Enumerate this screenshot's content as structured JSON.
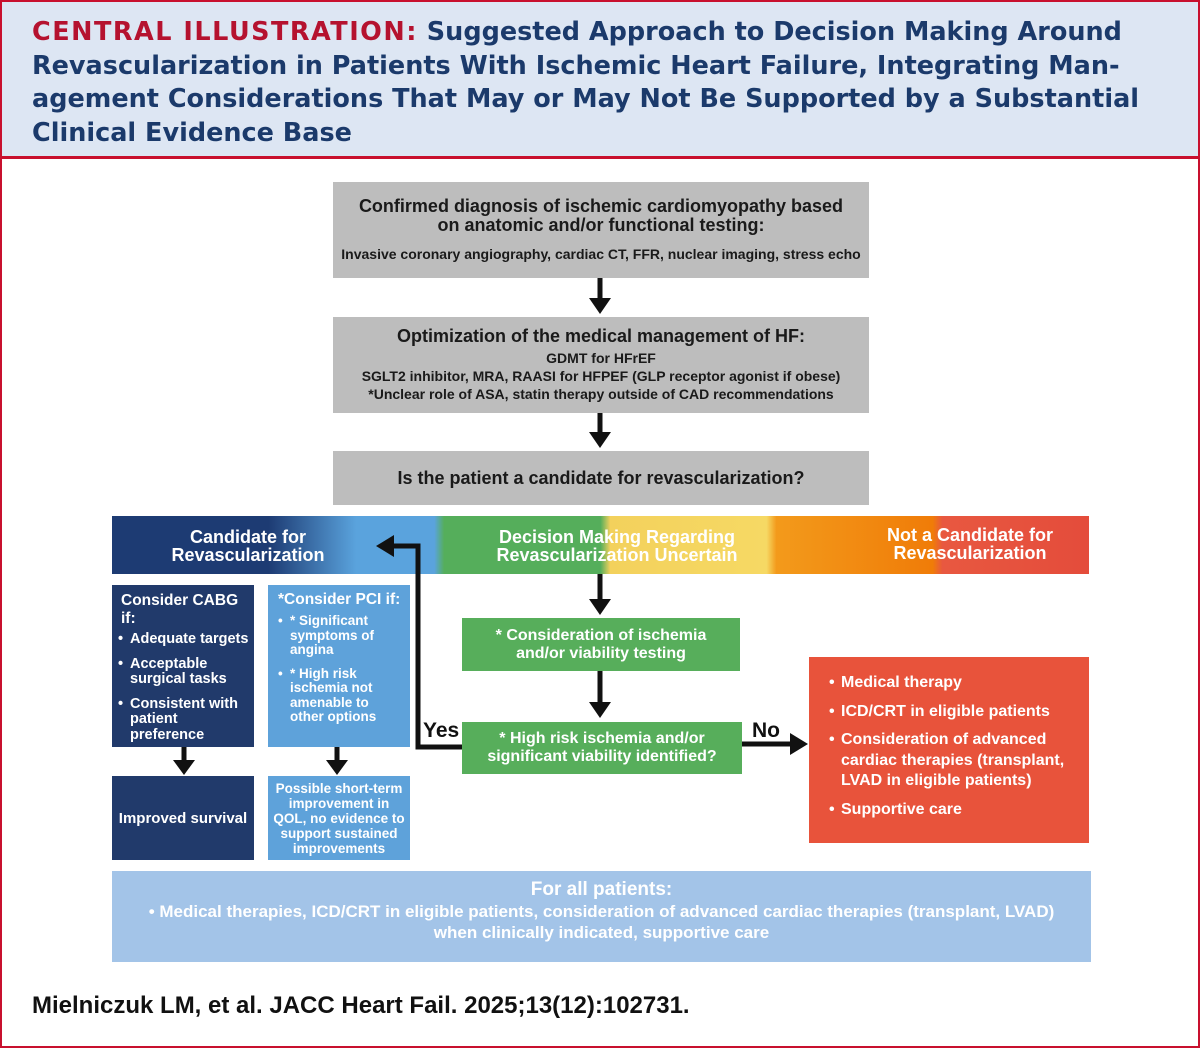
{
  "header": {
    "title_prefix": "CENTRAL ILLUSTRATION:",
    "title_line1": "Suggested Approach to Decision Making Around",
    "title_line2": "Revascularization in Patients With Ischemic Heart Failure, Integrating Man-",
    "title_line3": "agement Considerations That May or May Not Be Supported by a Substantial",
    "title_line4": "Clinical Evidence Base"
  },
  "flow": {
    "diagnosis": {
      "line1": "Confirmed diagnosis of ischemic cardiomyopathy based",
      "line2": "on anatomic and/or functional testing:",
      "detail": "Invasive coronary angiography, cardiac CT, FFR, nuclear imaging, stress echo"
    },
    "optimization": {
      "title": "Optimization of the medical management of HF:",
      "line1": "GDMT for HFrEF",
      "line2": "SGLT2 inhibitor, MRA, RAASI for HFPEF (GLP receptor agonist if obese)",
      "line3": "*Unclear role of ASA, statin therapy outside of CAD recommendations"
    },
    "question": "Is the patient a candidate for revascularization?"
  },
  "band": {
    "candidate_line1": "Candidate for",
    "candidate_line2": "Revascularization",
    "uncertain_line1": "Decision Making Regarding",
    "uncertain_line2": "Revascularization Uncertain",
    "not_line1": "Not a Candidate for",
    "not_line2": "Revascularization"
  },
  "cabg": {
    "heading": "Consider CABG if:",
    "items": [
      "Adequate targets",
      "Acceptable surgical tasks",
      "Consistent with patient preference"
    ],
    "outcome": "Improved survival"
  },
  "pci": {
    "heading": "*Consider PCI if:",
    "items": [
      "* Significant symptoms of angina",
      "* High risk ischemia not amenable to other options"
    ],
    "outcome": "Possible short-term improvement in QOL, no evidence to support sustained improvements"
  },
  "uncertain": {
    "testing": "* Consideration of ischemia and/or viability testing",
    "decision": "* High risk ischemia and/or significant viability identified?",
    "yes_label": "Yes",
    "no_label": "No"
  },
  "not_candidate": {
    "items": [
      "Medical therapy",
      "ICD/CRT in eligible patients",
      "Consideration of advanced cardiac therapies (transplant, LVAD in eligible patients)",
      "Supportive care"
    ]
  },
  "all_patients": {
    "heading": "For all patients:",
    "body_line1": "• Medical therapies, ICD/CRT in eligible patients, consideration of advanced cardiac therapies (transplant, LVAD)",
    "body_line2": "when clinically indicated, supportive care"
  },
  "citation": "Mielniczuk LM, et al. JACC Heart Fail. 2025;13(12):102731.",
  "colors": {
    "title_red": "#b5122f",
    "title_blue": "#1b3a6b",
    "header_bg": "#dde6f3",
    "navy": "#213a6b",
    "light_blue": "#5ea2da",
    "green": "#57ae5b",
    "yellow": "#f6d964",
    "orange": "#f07c08",
    "red": "#e8533b",
    "gray": "#bdbdbd"
  }
}
